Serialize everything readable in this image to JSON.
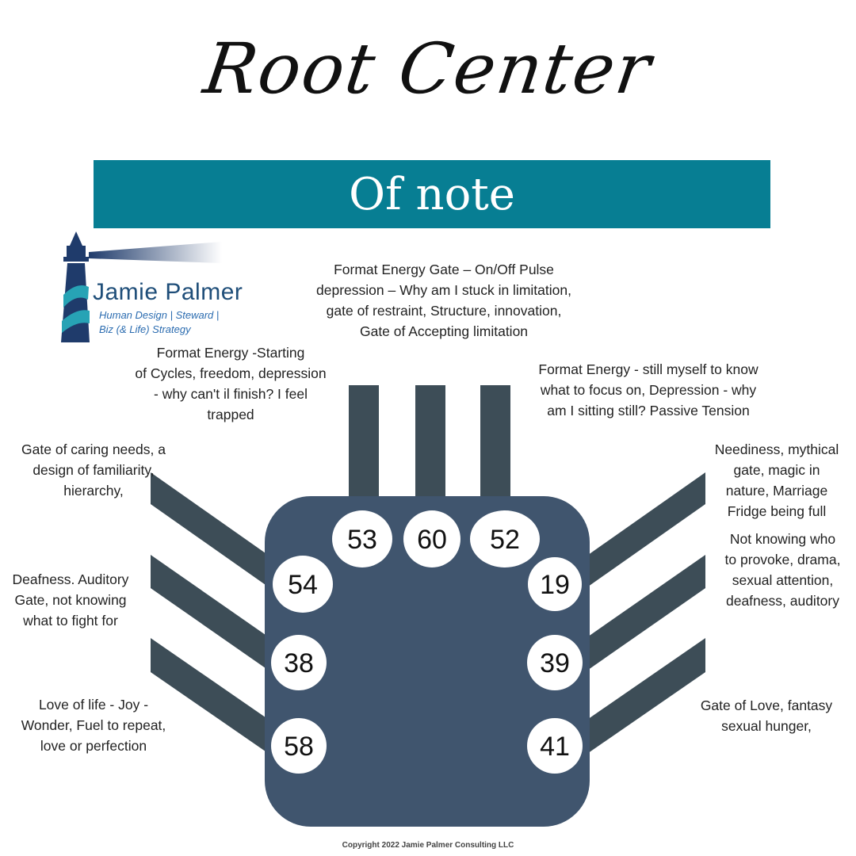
{
  "title": "Root Center",
  "banner": "Of note",
  "logo": {
    "name": "Jamie Palmer",
    "subtitle_line1": "Human Design | Steward |",
    "subtitle_line2": "Biz (& Life) Strategy"
  },
  "gates": [
    "53",
    "60",
    "52",
    "54",
    "38",
    "58",
    "19",
    "39",
    "41"
  ],
  "notes": {
    "top_center": [
      "Format Energy Gate – On/Off Pulse",
      "depression – Why am I stuck in limitation,",
      "gate of restraint, Structure, innovation,",
      "Gate of Accepting limitation"
    ],
    "top_left": [
      "Format Energy -Starting",
      "of Cycles,  freedom, depression",
      "- why can't il finish? I feel",
      "trapped"
    ],
    "top_right": [
      "Format Energy - still myself to know",
      "what to focus on, Depression - why",
      "am I sitting still? Passive Tension"
    ],
    "left_1": [
      "Gate of caring needs, a",
      "design of familiarity,",
      "hierarchy,"
    ],
    "left_2": [
      "Deafness. Auditory",
      "Gate, not knowing",
      "what to fight for"
    ],
    "left_3": [
      "Love of life - Joy -",
      "Wonder, Fuel to repeat,",
      "love or perfection"
    ],
    "right_1": [
      "Neediness, mythical",
      "gate, magic in",
      "nature, Marriage",
      "Fridge being full"
    ],
    "right_2": [
      "Not knowing who",
      "to provoke, drama,",
      "sexual attention,",
      "deafness, auditory"
    ],
    "right_3": [
      "Gate of Love, fantasy",
      "sexual hunger,"
    ]
  },
  "copyright": "Copyright 2022 Jamie Palmer Consulting LLC",
  "colors": {
    "teal": "#077e93",
    "box": "#40556e",
    "channel": "#3d4d57",
    "logo_blue": "#1f4e79"
  }
}
